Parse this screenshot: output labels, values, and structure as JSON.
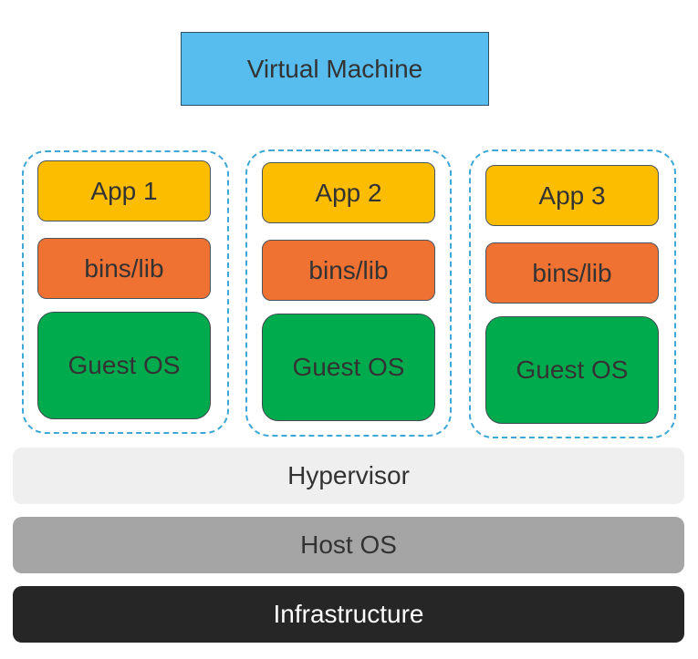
{
  "title": "Virtual Machine",
  "colors": {
    "title_fill": "#56bdee",
    "app_fill": "#fcbd00",
    "bins_fill": "#f07232",
    "guest_os_fill": "#00ab4e",
    "vm_border": "#3da7d6",
    "hypervisor_fill": "#efefef",
    "host_os_fill": "#a5a5a5",
    "infrastructure_fill": "#262626"
  },
  "vms": [
    {
      "app": "App 1",
      "bins": "bins/lib",
      "os": "Guest OS"
    },
    {
      "app": "App 2",
      "bins": "bins/lib",
      "os": "Guest OS"
    },
    {
      "app": "App 3",
      "bins": "bins/lib",
      "os": "Guest OS"
    }
  ],
  "layers": {
    "hypervisor": "Hypervisor",
    "host_os": "Host OS",
    "infrastructure": "Infrastructure"
  }
}
